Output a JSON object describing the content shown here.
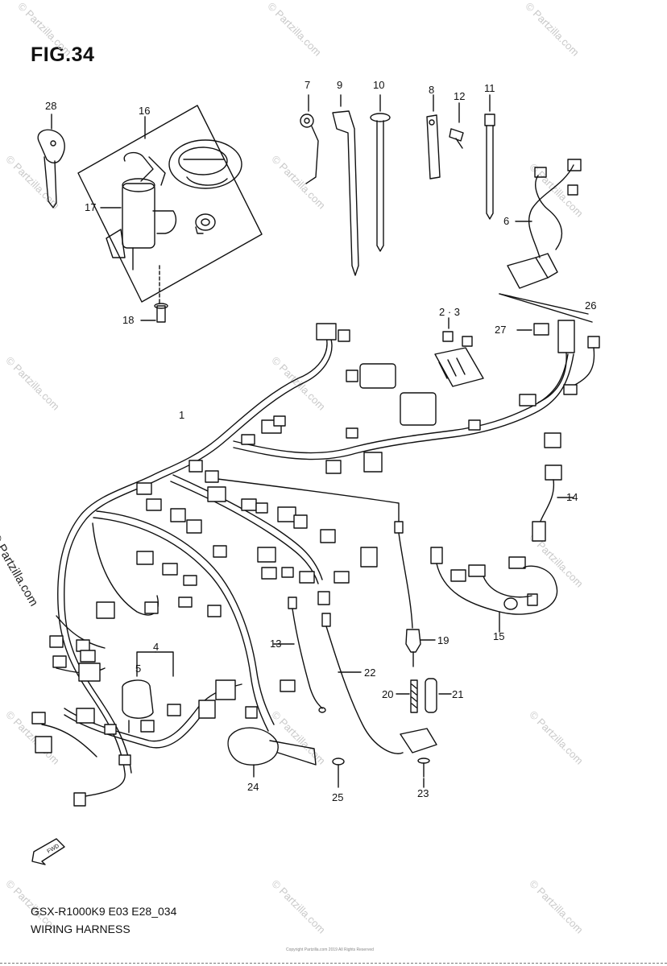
{
  "figure": {
    "title": "FIG.34",
    "code": "GSX-R1000K9 E03 E28_034",
    "name": "WIRING HARNESS",
    "copyright": "Copyright Partzilla.com 2019 All Rights Reserved"
  },
  "watermark": {
    "text": "© Partzilla.com",
    "side_text": "© Partzilla.com"
  },
  "fwd_arrow": {
    "label": "FWD"
  },
  "callouts": [
    "28",
    "16",
    "17",
    "18",
    "7",
    "9",
    "10",
    "8",
    "12",
    "11",
    "6",
    "2 · 3",
    "26",
    "27",
    "1",
    "14",
    "15",
    "19",
    "4",
    "5",
    "13",
    "22",
    "20",
    "21",
    "24",
    "25",
    "23"
  ]
}
